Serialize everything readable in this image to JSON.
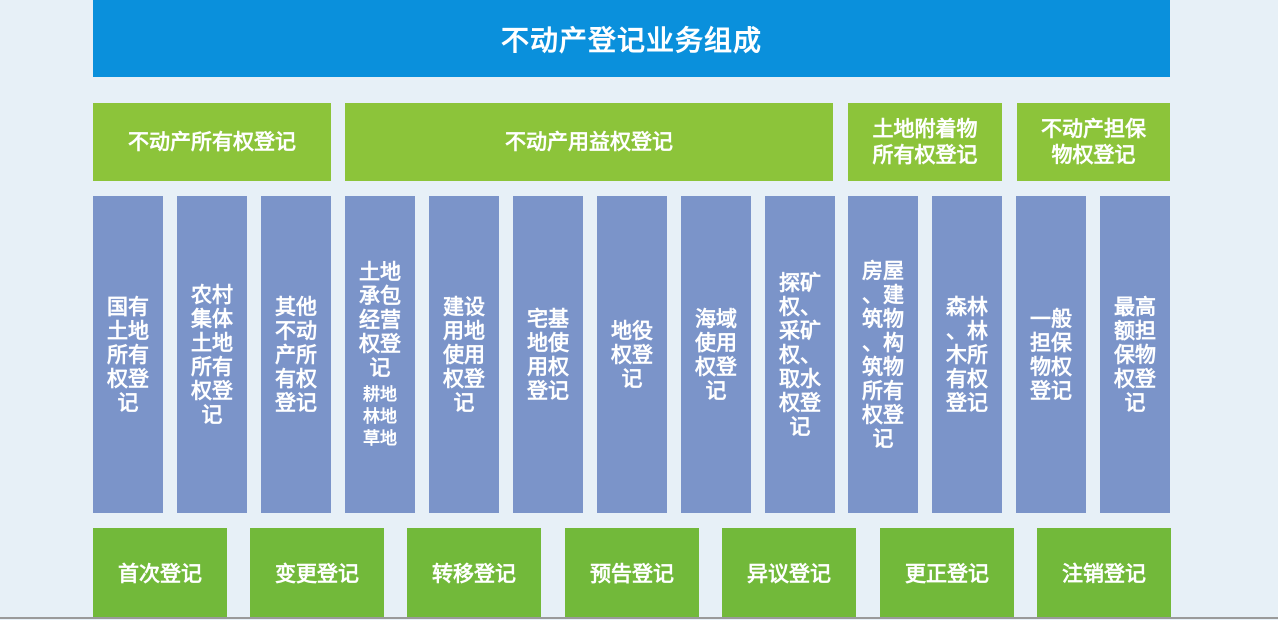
{
  "title": "不动产登记业务组成",
  "categories": [
    {
      "label": "不动产所有权登记"
    },
    {
      "label": "不动产用益权登记"
    },
    {
      "label": "土地附着物\n所有权登记"
    },
    {
      "label": "不动产担保\n物权登记"
    }
  ],
  "items": [
    {
      "label": "国有\n土地\n所有\n权登\n记"
    },
    {
      "label": "农村\n集体\n土地\n所有\n权登\n记"
    },
    {
      "label": "其他\n不动\n产所\n有权\n登记"
    },
    {
      "label": "土地\n承包\n经营\n权登\n记",
      "sub": "耕地\n林地\n草地"
    },
    {
      "label": "建设\n用地\n使用\n权登\n记"
    },
    {
      "label": "宅基\n地使\n用权\n登记"
    },
    {
      "label": "地役\n权登\n记"
    },
    {
      "label": "海域\n使用\n权登\n记"
    },
    {
      "label": "探矿\n权、\n采矿\n权、\n取水\n权登\n记"
    },
    {
      "label": "房屋\n、建\n筑物\n、构\n筑物\n所有\n权登\n记"
    },
    {
      "label": "森林\n、林\n木所\n有权\n登记"
    },
    {
      "label": "一般\n担保\n物权\n登记"
    },
    {
      "label": "最高\n额担\n保物\n权登\n记"
    }
  ],
  "operations": [
    {
      "label": "首次登记"
    },
    {
      "label": "变更登记"
    },
    {
      "label": "转移登记"
    },
    {
      "label": "预告登记"
    },
    {
      "label": "异议登记"
    },
    {
      "label": "更正登记"
    },
    {
      "label": "注销登记"
    }
  ]
}
